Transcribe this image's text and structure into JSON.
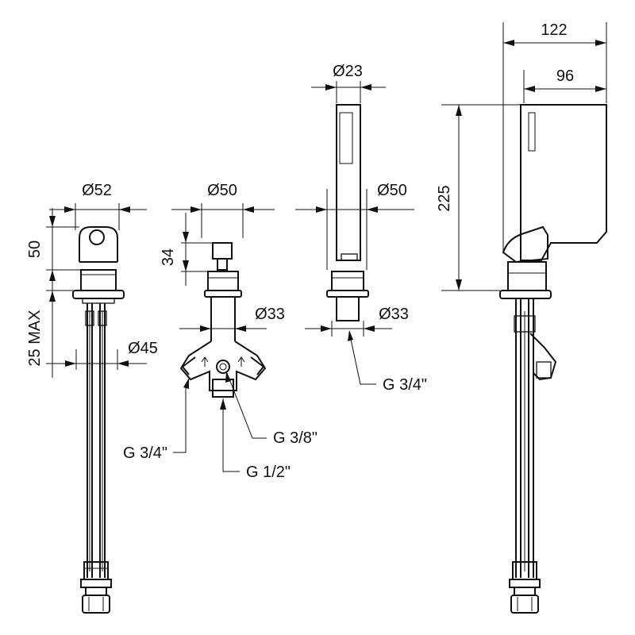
{
  "dimensions": {
    "left_top_diameter": "Ø52",
    "left_height": "50",
    "left_max": "25 MAX",
    "left_base_diameter": "Ø45",
    "mid_top_diameter": "Ø50",
    "mid_height": "34",
    "mid_body_diameter": "Ø33",
    "hand_diameter": "Ø23",
    "hand_base_diameter": "Ø50",
    "hand_neck_diameter": "Ø33",
    "side_total_width": "122",
    "side_reach": "96",
    "side_height": "225"
  },
  "threads": {
    "mid_left_outlet": "G 3/4\"",
    "mid_center": "G 3/8\"",
    "mid_bottom": "G 1/2\"",
    "hand_outlet": "G 3/4\""
  }
}
